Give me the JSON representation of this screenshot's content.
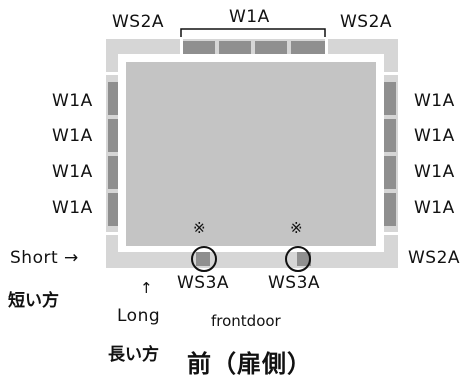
{
  "labels": {
    "top_left_corner": "WS2A",
    "top_center": "W1A",
    "top_right_corner": "WS2A",
    "left_side": [
      "W1A",
      "W1A",
      "W1A",
      "W1A"
    ],
    "right_side": [
      "W1A",
      "W1A",
      "W1A",
      "W1A"
    ],
    "short_arrow": "Short →",
    "short_jp": "短い方",
    "bottom_right_corner": "WS2A",
    "bottom_left_ws3a": "WS3A",
    "bottom_right_ws3a": "WS3A",
    "reference_mark_left": "※",
    "reference_mark_right": "※",
    "long_arrow": "↑",
    "long": "Long",
    "long_jp": "長い方",
    "frontdoor": "frontdoor",
    "front_title": "前（扉側）"
  },
  "colors": {
    "inner_fill": "#c4c4c4",
    "border_fill": "#d6d6d6",
    "panel_fill": "#8f8f8f",
    "inner_frame": "#ffffff"
  }
}
